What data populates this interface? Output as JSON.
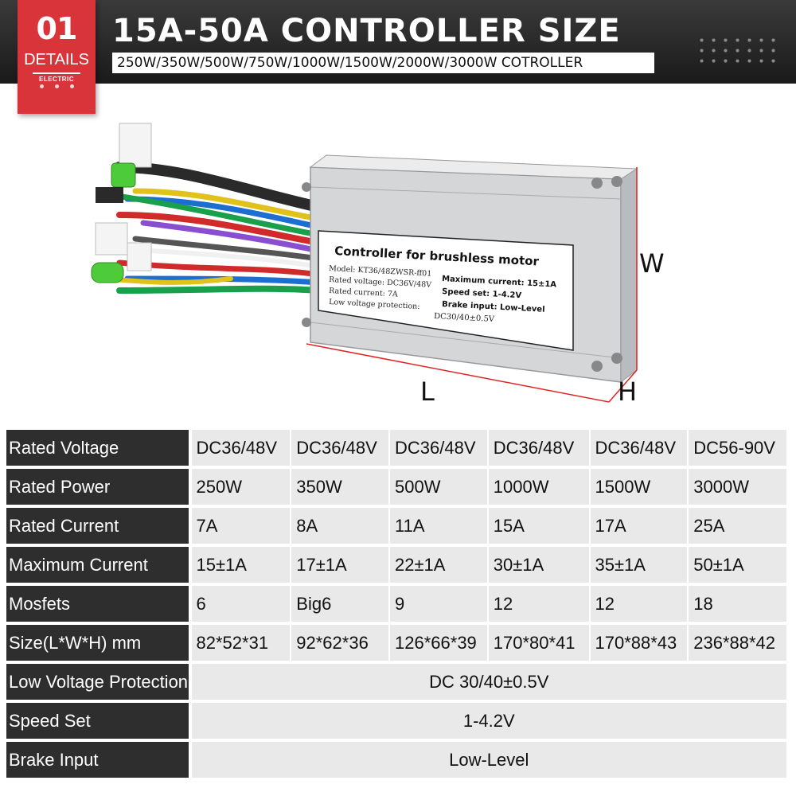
{
  "badge": {
    "number": "01",
    "label": "DETAILS",
    "sub": "ELECTRIC"
  },
  "header": {
    "title": "15A-50A CONTROLLER SIZE",
    "subtitle": "250W/350W/500W/750W/1000W/1500W/2000W/3000W COTROLLER"
  },
  "product": {
    "label_title": "Controller for brushless motor",
    "model": "Model: KT36/48ZWSR-ff01",
    "rated_voltage": "Rated voltage: DC36V/48V",
    "rated_current": "Rated current: 7A",
    "low_voltage": "Low voltage protection:",
    "max_current": "Maximum current: 15±1A",
    "speed_set": "Speed set: 1-4.2V",
    "brake_input": "Brake input: Low-Level",
    "dc_value": "DC30/40±0.5V",
    "dim_w": "W",
    "dim_l": "L",
    "dim_h": "H"
  },
  "table": {
    "rows": [
      {
        "label": "Rated Voltage",
        "values": [
          "DC36/48V",
          "DC36/48V",
          "DC36/48V",
          "DC36/48V",
          "DC36/48V",
          "DC56-90V"
        ]
      },
      {
        "label": "Rated Power",
        "values": [
          "250W",
          "350W",
          "500W",
          "1000W",
          "1500W",
          "3000W"
        ]
      },
      {
        "label": "Rated Current",
        "values": [
          "7A",
          "8A",
          "11A",
          "15A",
          "17A",
          "25A"
        ]
      },
      {
        "label": "Maximum Current",
        "values": [
          "15±1A",
          "17±1A",
          "22±1A",
          "30±1A",
          "35±1A",
          "50±1A"
        ]
      },
      {
        "label": "Mosfets",
        "values": [
          "6",
          "Big6",
          "9",
          "12",
          "12",
          "18"
        ]
      },
      {
        "label": "Size(L*W*H) mm",
        "values": [
          "82*52*31",
          "92*62*36",
          "126*66*39",
          "170*80*41",
          "170*88*43",
          "236*88*42"
        ]
      }
    ],
    "merged": [
      {
        "label": "Low Voltage Protection",
        "value": "DC 30/40±0.5V"
      },
      {
        "label": "Speed Set",
        "value": "1-4.2V"
      },
      {
        "label": "Brake Input",
        "value": "Low-Level"
      }
    ]
  }
}
